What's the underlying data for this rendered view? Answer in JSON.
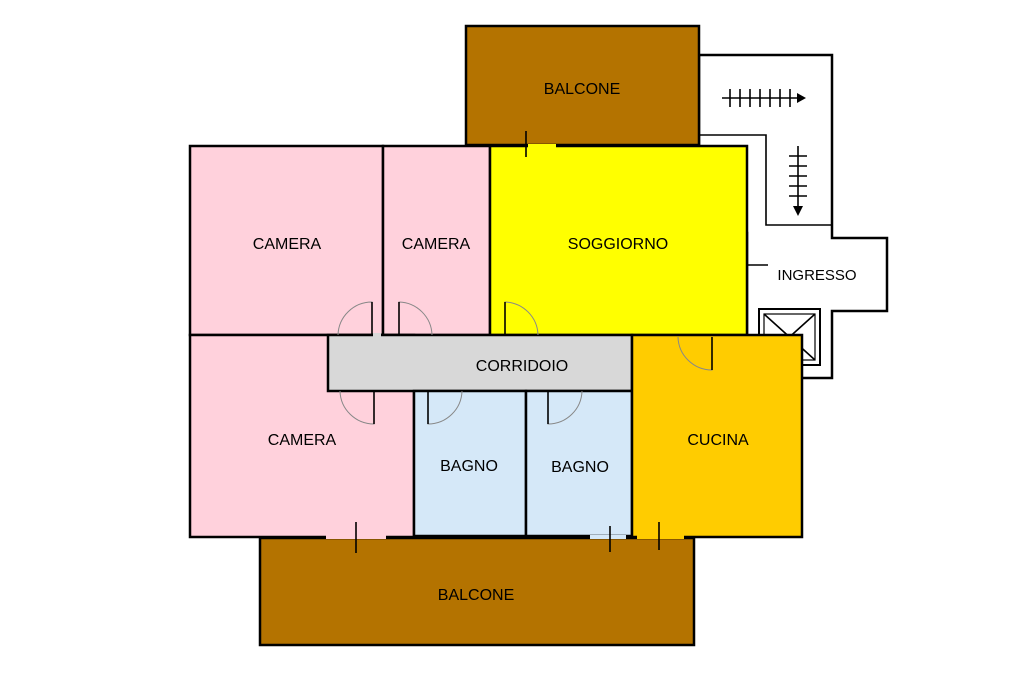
{
  "colors": {
    "balcony": "#b47300",
    "bedroom": "#ffd1dc",
    "living": "#ffff00",
    "corridor": "#d8d8d8",
    "bathroom": "#d5e8f8",
    "kitchen": "#ffcc00",
    "stairwell": "#ffffff"
  },
  "rooms": {
    "balcone_top": "BALCONE",
    "camera_1": "CAMERA",
    "camera_2": "CAMERA",
    "soggiorno": "SOGGIORNO",
    "ingresso": "INGRESSO",
    "corridoio": "CORRIDOIO",
    "camera_3": "CAMERA",
    "bagno_1": "BAGNO",
    "bagno_2": "BAGNO",
    "cucina": "CUCINA",
    "balcone_bottom": "BALCONE"
  },
  "icons": [
    "stairs-arrow-icon",
    "entrance-arrow-icon",
    "elevator-icon",
    "door-swing-icon"
  ]
}
